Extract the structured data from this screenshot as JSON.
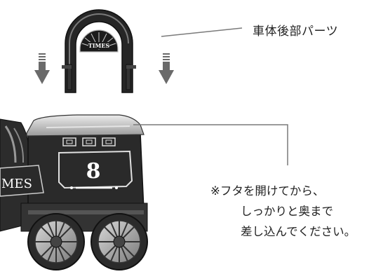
{
  "part_label": "車体後部パーツ",
  "instruction": {
    "line1": "※フタを開けてから、",
    "line2": "しっかりと奥まで",
    "line3": "差し込んでください。"
  },
  "emblem_text": "TIMES",
  "side_text": "MES",
  "engine_number": "8",
  "colors": {
    "body": "#2a2a2a",
    "arrow": "#6a6a6a",
    "leader_line": "#7a7a7a",
    "roof": "#d6d6d6"
  }
}
